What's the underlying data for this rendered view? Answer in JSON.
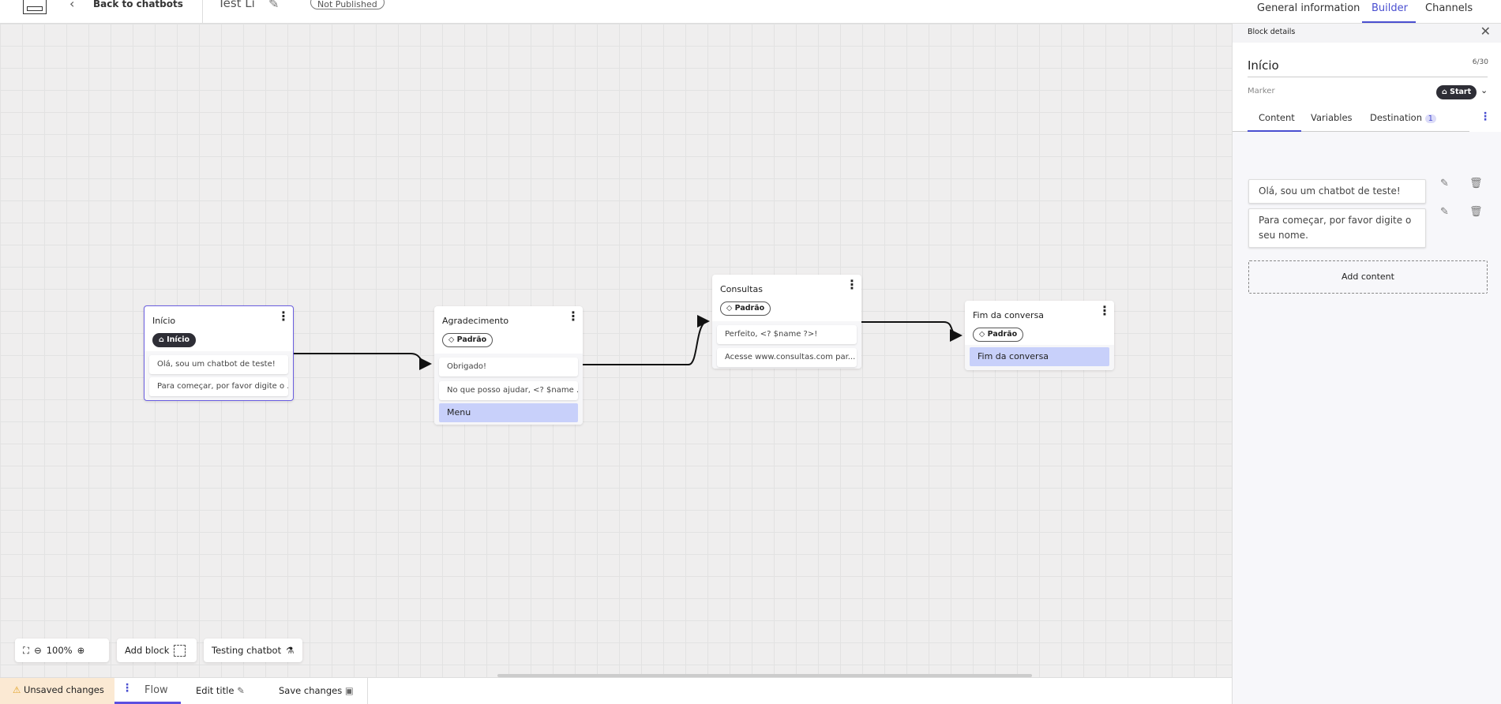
{
  "header": {
    "back_label": "Back to chatbots",
    "chatbot_title": "Test Li",
    "status_badge": "Not Published",
    "tabs": [
      {
        "label": "General information",
        "active": false
      },
      {
        "label": "Builder",
        "active": true
      },
      {
        "label": "Channels",
        "active": false
      }
    ]
  },
  "canvas": {
    "nodes": [
      {
        "title": "Início",
        "marker": "Início",
        "marker_icon": "home-icon",
        "messages": [
          "Olá, sou um chatbot de teste!",
          "Para começar, por favor digite o ..."
        ]
      },
      {
        "title": "Agradecimento",
        "marker": "Padrão",
        "marker_icon": "tag-icon",
        "messages": [
          "Obrigado!",
          "No que posso ajudar, <? $name ..."
        ],
        "action": "Menu"
      },
      {
        "title": "Consultas",
        "marker": "Padrão",
        "marker_icon": "tag-icon",
        "messages": [
          "Perfeito, <? $name ?>!",
          "Acesse www.consultas.com par..."
        ]
      },
      {
        "title": "Fim da conversa",
        "marker": "Padrão",
        "marker_icon": "tag-icon",
        "messages": [],
        "action": "Fim da conversa"
      }
    ],
    "toolbar": {
      "zoom": "100%",
      "add_block": "Add block",
      "testing": "Testing chatbot"
    }
  },
  "bottombar": {
    "unsaved": "Unsaved changes",
    "flow": "Flow",
    "edit_title": "Edit title",
    "save": "Save changes"
  },
  "panel": {
    "header": "Block details",
    "block_name": "Início",
    "char_count": "6/30",
    "marker_label": "Marker",
    "marker_value": "Start",
    "tabs": [
      {
        "label": "Content",
        "active": true
      },
      {
        "label": "Variables"
      },
      {
        "label": "Destination",
        "badge": "1"
      }
    ],
    "contents": [
      "Olá, sou um chatbot de teste!",
      "Para começar, por favor digite o seu nome."
    ],
    "add_content": "Add content"
  },
  "colors": {
    "accent": "#4a4fd0",
    "selected_border": "#6a5ee0",
    "menu_fill": "#c8d0fa",
    "unsaved_bg": "#fbe9d3"
  }
}
